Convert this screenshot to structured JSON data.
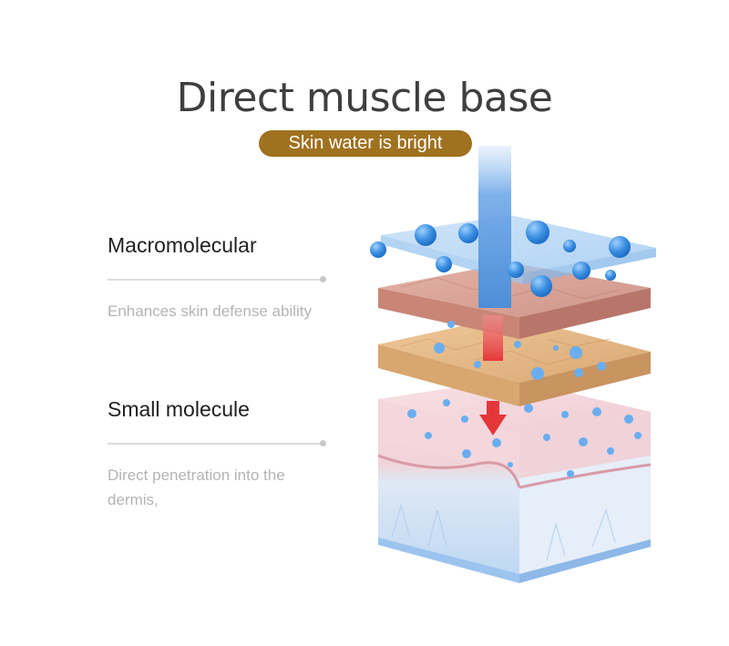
{
  "header": {
    "title": "Direct muscle base",
    "badge": "Skin water is bright"
  },
  "features": [
    {
      "title": "Macromolecular",
      "description": "Enhances skin defense ability"
    },
    {
      "title": "Small molecule",
      "description": "Direct penetration into the dermis,"
    }
  ],
  "colors": {
    "badge_background": "#a0711f",
    "title_text": "#3f3f3f",
    "description_text": "#b4b4b4",
    "beam_blue": "#6fa8e8",
    "arrow_red": "#e5373a",
    "molecule_blue": "#3b8fe0"
  },
  "illustration": {
    "icon": "skin-layers-diagram"
  }
}
